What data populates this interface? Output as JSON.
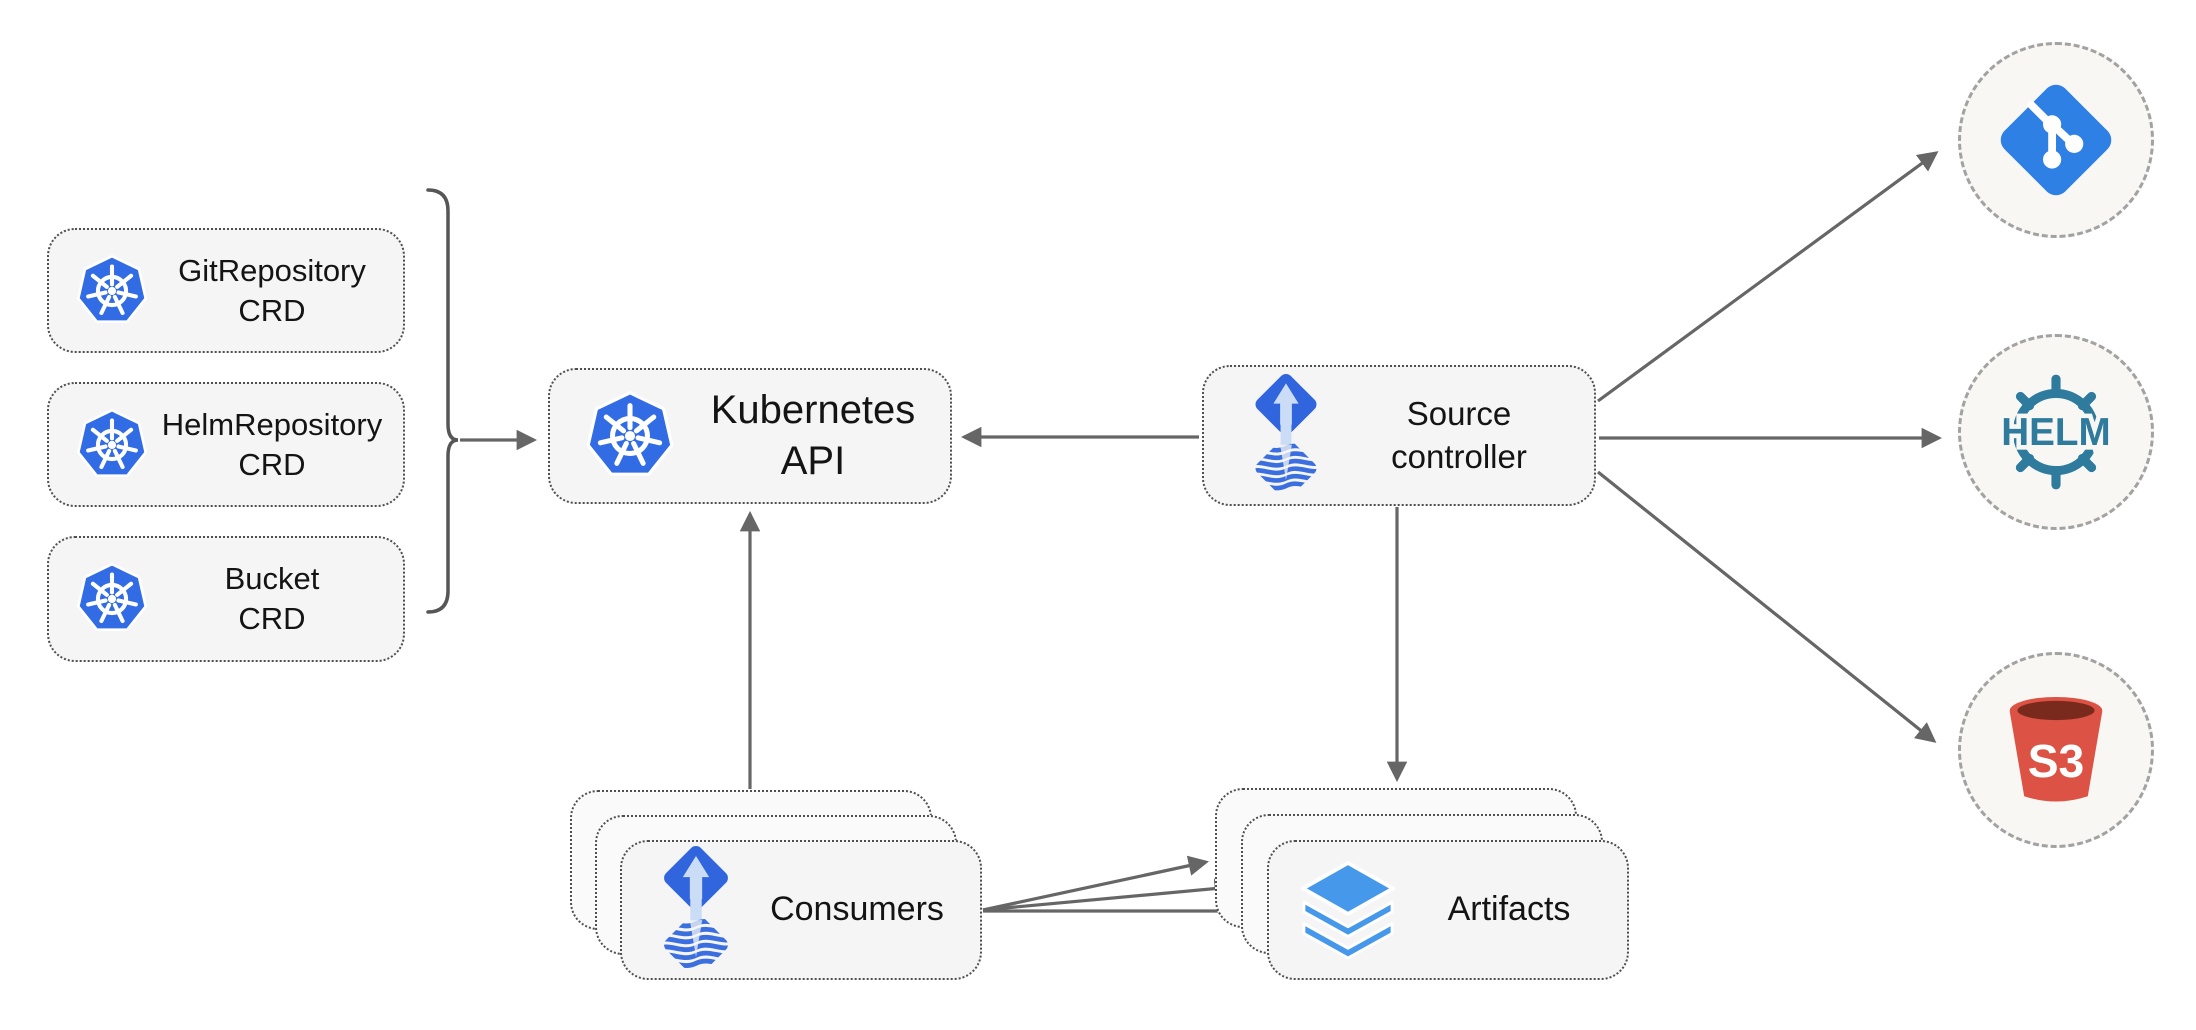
{
  "diagram": {
    "crd_boxes": [
      {
        "line1": "GitRepository",
        "line2": "CRD",
        "icon": "kubernetes-icon"
      },
      {
        "line1": "HelmRepository",
        "line2": "CRD",
        "icon": "kubernetes-icon"
      },
      {
        "line1": "Bucket",
        "line2": "CRD",
        "icon": "kubernetes-icon"
      }
    ],
    "kubernetes_api": {
      "label": "Kubernetes API",
      "icon": "kubernetes-icon"
    },
    "source_controller": {
      "line1": "Source",
      "line2": "controller",
      "icon": "flux-icon"
    },
    "consumers": {
      "label": "Consumers",
      "icon": "flux-icon",
      "stack_count": 3
    },
    "artifacts": {
      "label": "Artifacts",
      "icon": "layers-icon",
      "stack_count": 3
    },
    "endpoints": {
      "git": {
        "icon": "git-icon"
      },
      "helm": {
        "icon": "helm-icon",
        "label": "HELM"
      },
      "s3": {
        "icon": "s3-bucket-icon",
        "label": "S3"
      }
    },
    "edges": [
      {
        "from": "crd-group-bracket",
        "to": "kubernetes-api"
      },
      {
        "from": "source-controller",
        "to": "kubernetes-api"
      },
      {
        "from": "consumers",
        "to": "kubernetes-api"
      },
      {
        "from": "source-controller",
        "to": "artifacts"
      },
      {
        "from": "source-controller",
        "to": "git-endpoint"
      },
      {
        "from": "source-controller",
        "to": "helm-endpoint"
      },
      {
        "from": "source-controller",
        "to": "s3-endpoint"
      },
      {
        "from": "consumers",
        "to": "artifacts",
        "count": 3
      }
    ],
    "colors": {
      "kubernetes_blue": "#326CE5",
      "flux_blue": "#3065DE",
      "flux_wave_blue": "#3B6FE0",
      "flux_arrow_light": "#CBDCF6",
      "git_blue": "#2F80E4",
      "helm_teal": "#2E7B9E",
      "s3_red": "#DC5244",
      "s3_dark_red": "#7A2A1D",
      "artifact_blue": "#4598EA",
      "arrow_gray": "#666666",
      "node_fill": "#F5F5F5",
      "endpoint_fill": "#F8F7F4",
      "border_gray": "#4F4F4F"
    }
  }
}
